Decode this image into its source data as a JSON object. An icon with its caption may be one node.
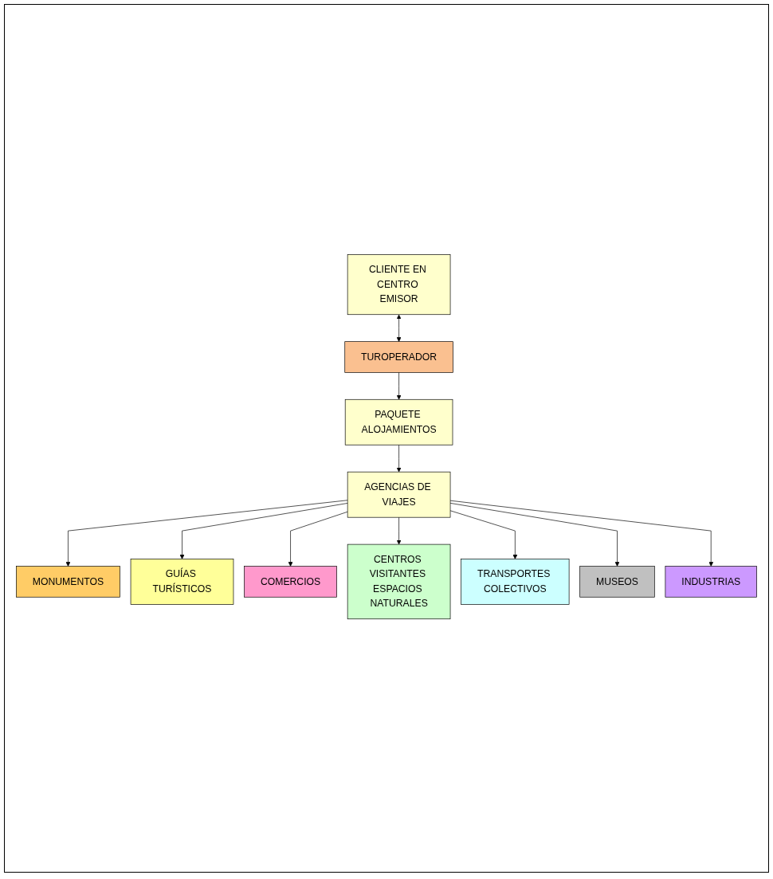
{
  "diagram": {
    "nodes": [
      {
        "text": [
          "CLIENTE EN CENTRO EMISOR"
        ]
      },
      {
        "text": [
          "TUROPERADOR"
        ]
      },
      {
        "text": [
          "PAQUETE ALOJAMIENTOS"
        ]
      },
      {
        "text": [
          "MONUMENTOS"
        ]
      },
      {
        "text": [
          "AGENCIAS DE VIAJES"
        ]
      },
      {
        "text": [
          "TRANSPORTES COLECTIVOS"
        ]
      },
      {
        "text": [
          "GUÍAS TURÍSTICOS"
        ]
      },
      {
        "text": [
          "MUSEOS"
        ]
      },
      {
        "text": [
          "COMERCIOS"
        ]
      },
      {
        "text": [
          "CENTROS VISITANTES ESPACIOS NATURALES"
        ]
      },
      {
        "text": [
          "INDUSTRIAS"
        ]
      }
    ],
    "edges": [
      {
        "from": 0,
        "to": 1,
        "arrow": "both"
      },
      {
        "from": 1,
        "to": 2,
        "arrow": "to"
      },
      {
        "from": 2,
        "to": 4,
        "arrow": "to"
      },
      {
        "from": 4,
        "to": 3,
        "arrow": "to"
      },
      {
        "from": 4,
        "to": 6,
        "arrow": "to"
      },
      {
        "from": 4,
        "to": 8,
        "arrow": "to"
      },
      {
        "from": 4,
        "to": 9,
        "arrow": "to"
      },
      {
        "from": 4,
        "to": 5,
        "arrow": "to"
      },
      {
        "from": 4,
        "to": 7,
        "arrow": "to"
      },
      {
        "from": 4,
        "to": 10,
        "arrow": "to"
      }
    ]
  }
}
